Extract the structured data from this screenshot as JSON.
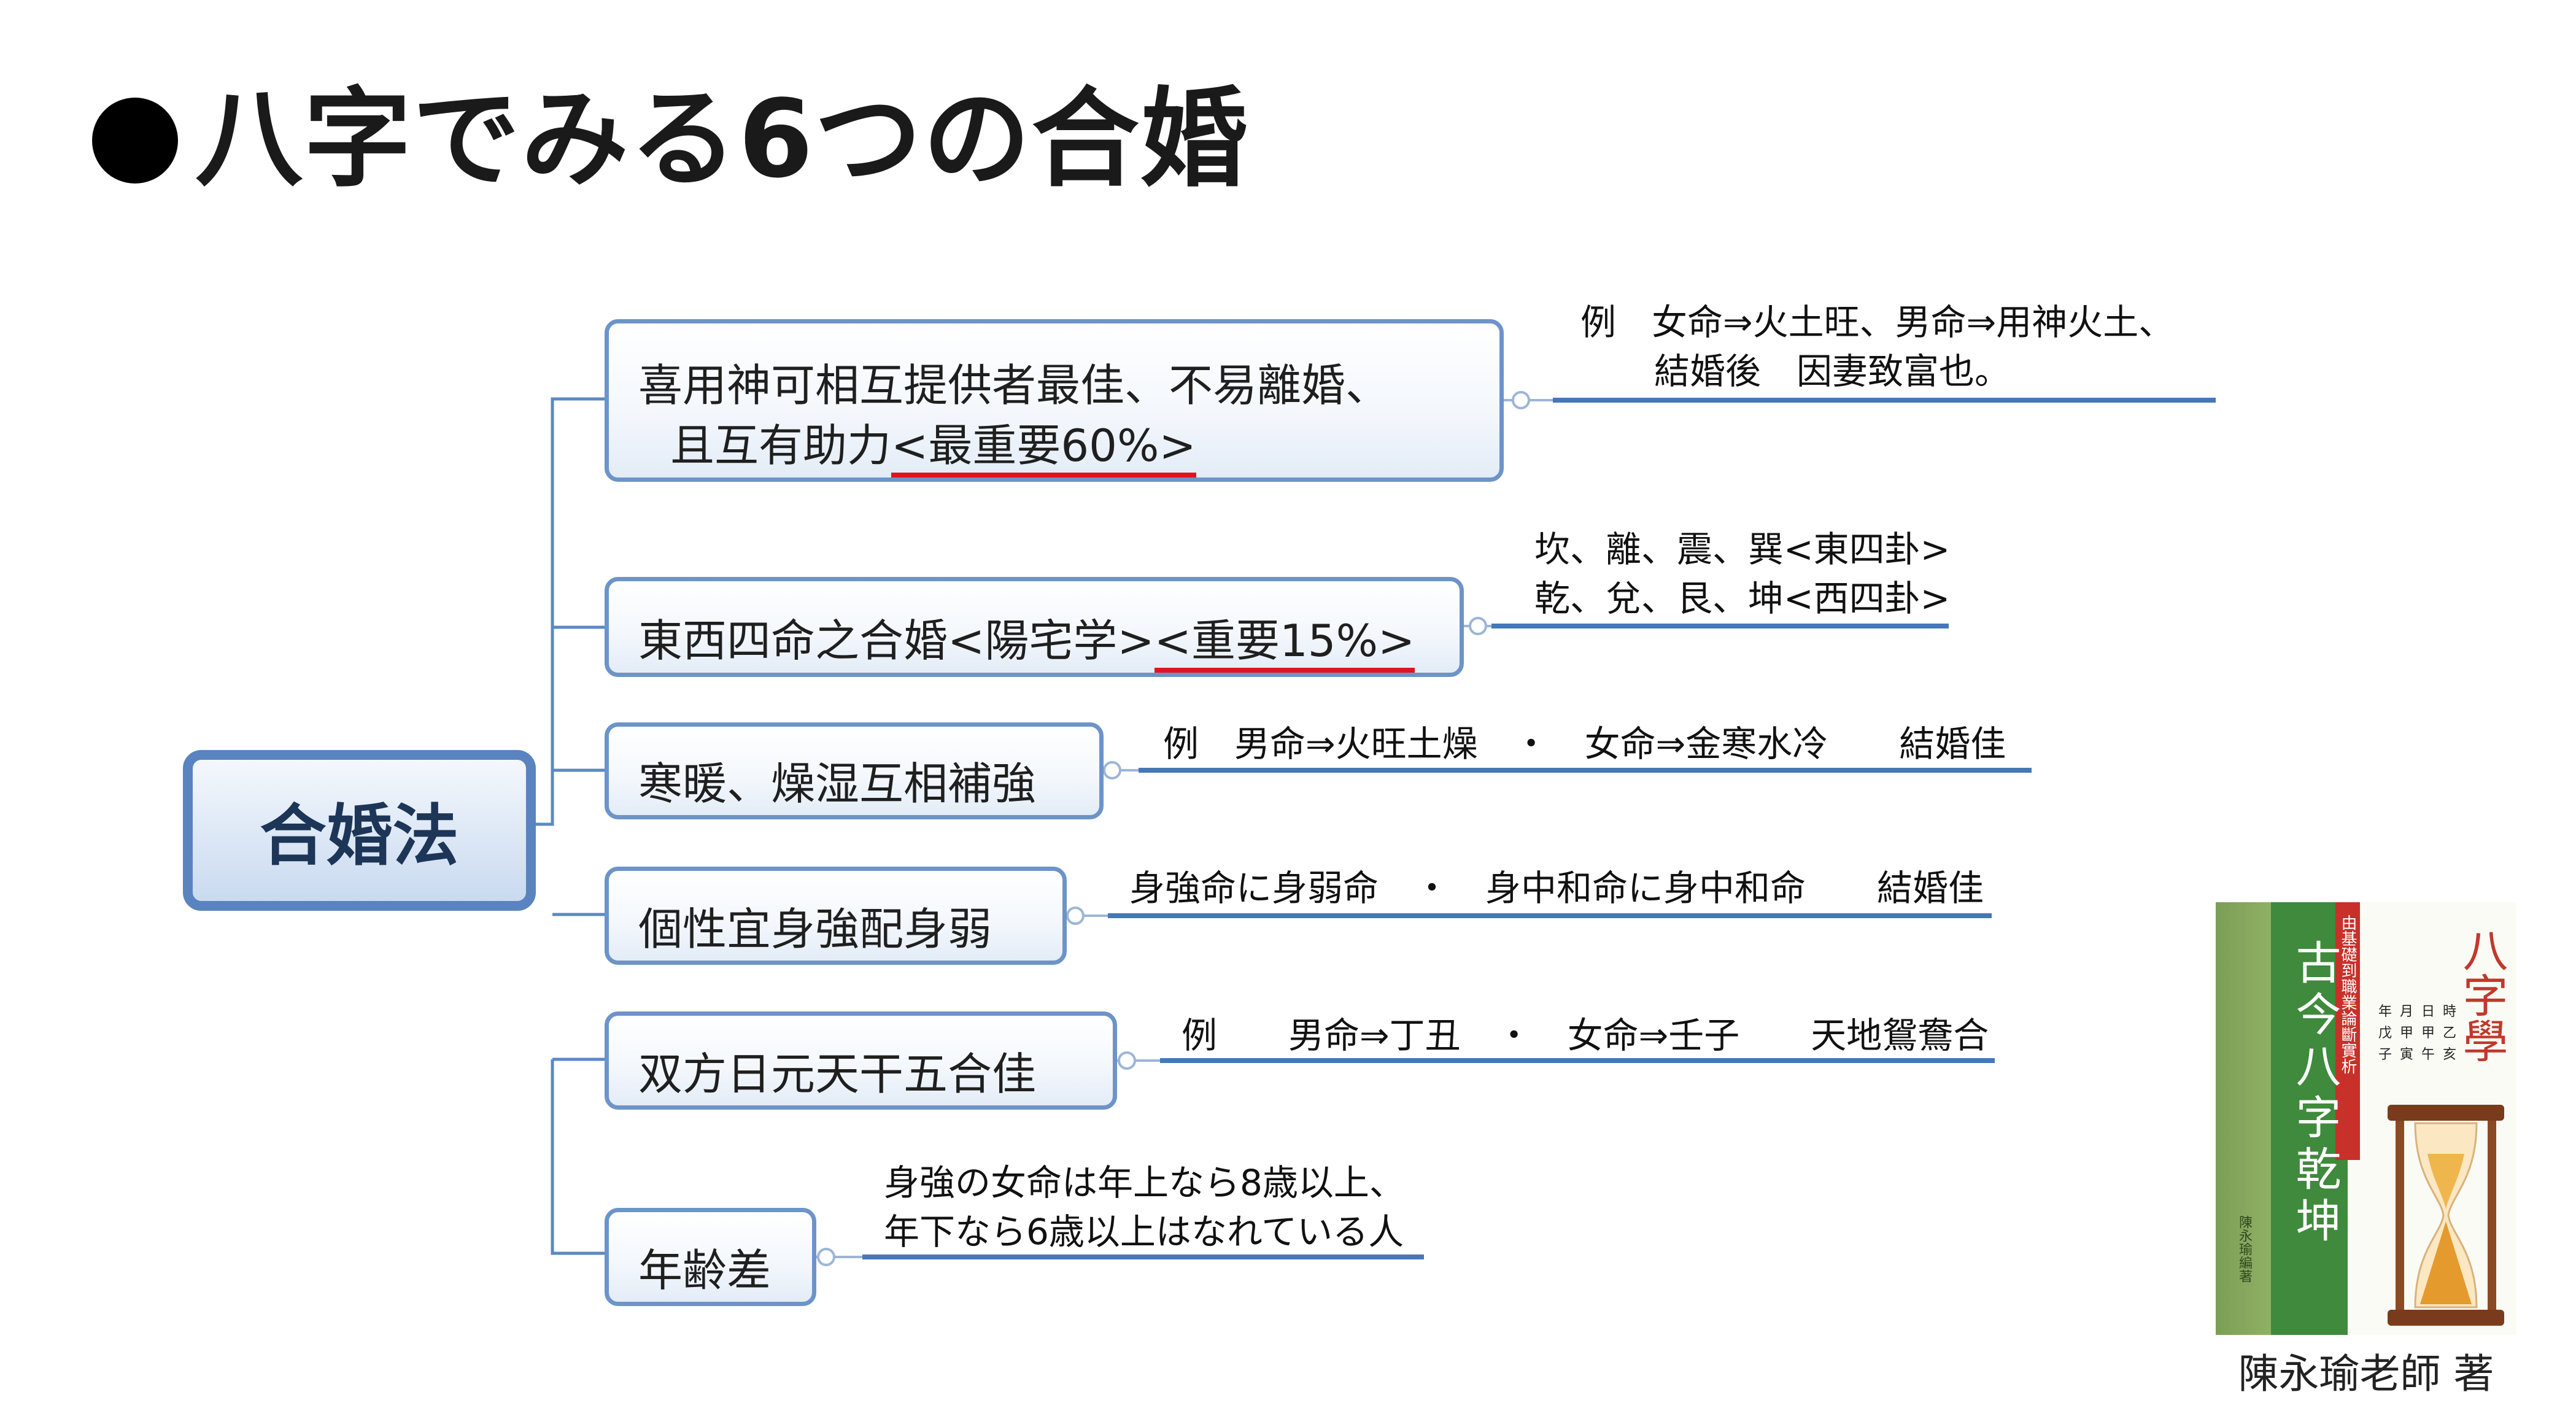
{
  "title": "八字でみる6つの合婚",
  "root": {
    "label": "合婚法"
  },
  "branches": [
    {
      "label_lines": [
        "喜用神可相互提供者最佳、不易離婚、",
        "且互有助力"
      ],
      "highlight": "<最重要60%>",
      "note_lines": [
        "例　女命⇒火土旺、男命⇒用神火土、",
        "結婚後　因妻致富也。"
      ]
    },
    {
      "label": "東西四命之合婚<陽宅学>",
      "highlight": "<重要15%>",
      "note_lines": [
        "坎、離、震、巽<東四卦>",
        "乾、兌、艮、坤<西四卦>"
      ]
    },
    {
      "label": "寒暖、燥湿互相補強",
      "note_lines": [
        "例　男命⇒火旺土燥　・　女命⇒金寒水冷　　結婚佳"
      ]
    },
    {
      "label": "個性宜身強配身弱",
      "note_lines": [
        "身強命に身弱命　・　身中和命に身中和命　　結婚佳"
      ]
    },
    {
      "label": "双方日元天干五合佳",
      "note_lines": [
        "例　　男命⇒丁丑　・　女命⇒壬子　　天地鴛鴦合"
      ]
    },
    {
      "label": "年齢差",
      "note_lines": [
        "身強の女命は年上なら8歳以上、",
        "年下なら6歳以上はなれている人"
      ]
    }
  ],
  "book": {
    "main_title": "古今八字乾坤",
    "side_title": "八字學",
    "subtitle": "由基礎到職業論斷實析",
    "author_line": "陳永瑜編著",
    "pillars": [
      "時",
      "日",
      "月",
      "年",
      "乙",
      "甲",
      "甲",
      "戊",
      "亥",
      "午",
      "寅",
      "子"
    ],
    "caption": "陳永瑜老師 著"
  },
  "colors": {
    "node_border": "#6c94c8",
    "root_border": "#5a84bf",
    "connector": "#5b89c2",
    "underline": "#e0141e"
  }
}
